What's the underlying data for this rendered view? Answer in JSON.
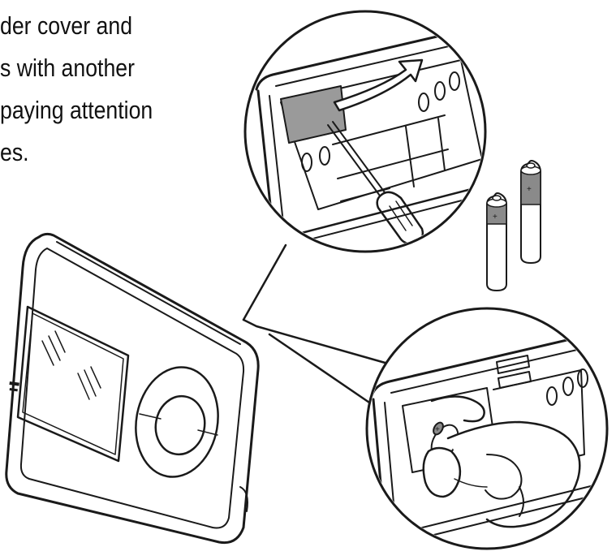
{
  "instructions": {
    "lines": [
      "der  cover  and",
      "s with another",
      " paying attention",
      "es."
    ]
  },
  "figure": {
    "thermostat_label_text": "",
    "colors": {
      "ink": "#1a1a1a",
      "battery_band": "#8a8a8a",
      "battery_body": "#ffffff",
      "paper": "#ffffff"
    },
    "battery_symbols": [
      "+",
      "+"
    ]
  }
}
